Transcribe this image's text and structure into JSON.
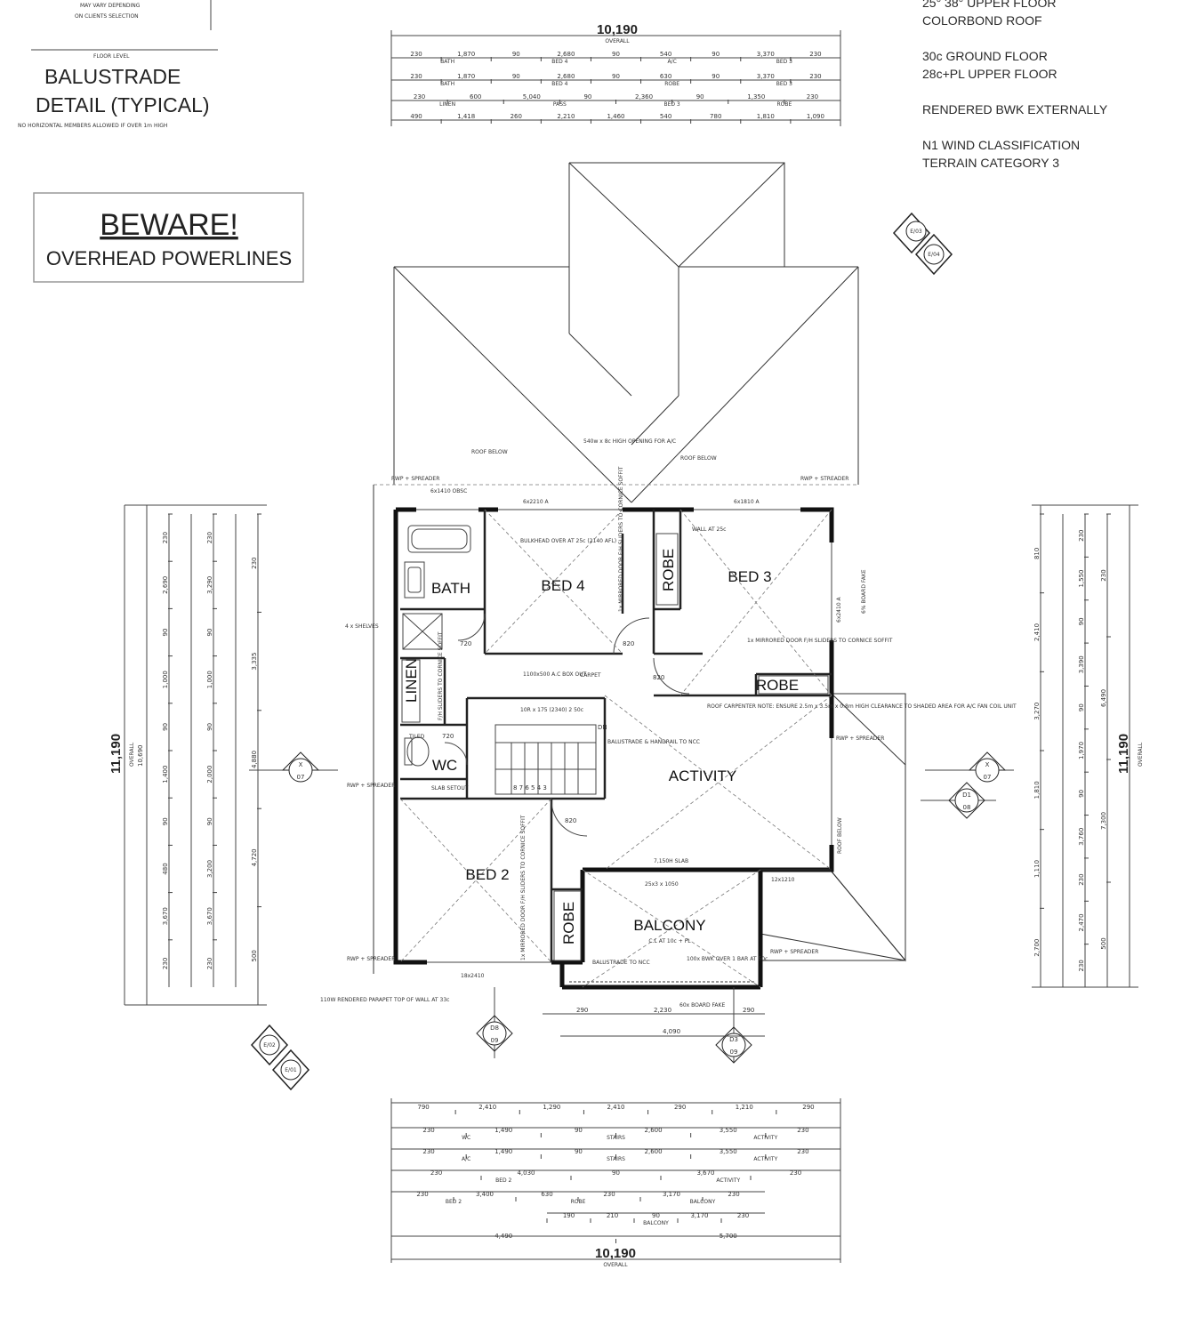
{
  "top_left": {
    "note_line1": "MAY VARY DEPENDING",
    "note_line2": "ON CLIENTS SELECTION",
    "floor_level": "FLOOR LEVEL",
    "balustrade_title1": "BALUSTRADE",
    "balustrade_title2": "DETAIL (TYPICAL)",
    "balustrade_note": "NO HORIZONTAL MEMBERS ALLOWED IF OVER 1m HIGH"
  },
  "warning": {
    "title": "BEWARE!",
    "subtitle": "OVERHEAD POWERLINES"
  },
  "spec_notes": [
    "25° 38° UPPER FLOOR",
    "COLORBOND ROOF",
    "30c GROUND FLOOR",
    "28c+PL UPPER FLOOR",
    "RENDERED BWK EXTERNALLY",
    "N1 WIND CLASSIFICATION",
    "TERRAIN CATEGORY 3"
  ],
  "rooms": {
    "bath": "BATH",
    "bed4": "BED 4",
    "robe1": "ROBE",
    "bed3": "BED 3",
    "robe2": "ROBE",
    "linen": "LINEN",
    "wc": "WC",
    "activity": "ACTIVITY",
    "bed2": "BED 2",
    "robe3": "ROBE",
    "balcony": "BALCONY",
    "balcony_sub": "C.L AT 10c + PL"
  },
  "annotations": {
    "roof_below_left": "ROOF BELOW",
    "roof_below_right": "ROOF BELOW",
    "ac_opening": "540w x 8c HIGH OPENING FOR A/C",
    "rwp_tl": "RWP + SPREADER",
    "rwp_tr": "RWP + STREADER",
    "rwp_left_mid": "RWP + SPREADER",
    "rwp_right_mid": "RWP + SPREADER",
    "rwp_bl": "RWP + SPREADER",
    "rwp_br": "RWP + SPREADER",
    "window_top_left": "6x1410 OBSC",
    "window_top_mid": "6x2210 A",
    "window_top_right": "6x1810 A",
    "bulkhead": "BULKHEAD OVER AT 25c (2140 AFL)",
    "bed4_robe_note": "1x MIRRORED DOOR F/H SLIDERS TO CORNICE SOFFIT",
    "wall_note": "WALL AT 25c",
    "bed3_window": "6x2410 A",
    "bed3_robe_note": "1x MIRRORED DOOR F/H SLIDERS TO CORNICE SOFFIT",
    "shelves": "4 x SHELVES",
    "linen_note": "F/H SLIDERS TO CORNICE SOFFIT",
    "ac_box": "1100x500 A.C BOX OUT",
    "carpet": "CARPET",
    "door820_1": "820",
    "door820_2": "820",
    "door820_3": "820",
    "door720_1": "720",
    "door720_2": "720",
    "roof_carpenter": "ROOF CARPENTER NOTE: ENSURE 2.5m x 3.5m x 0.8m HIGH CLEARANCE TO SHADED AREA FOR A/C FAN COIL UNIT",
    "stairs_risers": "10R x 175 (2340) 2 50c",
    "dn": "DN",
    "balustrade_note": "BALUSTRADE & HANDRAIL TO NCC",
    "stair_numbers": "8 7 6 5 4 3",
    "tiled": "TILED",
    "slab": "SLAB SETOUT",
    "bed2_robe_note": "1x MIRRORED DOOR F/H SLIDERS TO CORNICE SOFFIT",
    "sliding_door": "7,150H SLAB",
    "balcony_door": "25x3 x 1050",
    "activity_window": "12x1210",
    "balcony_balustrade": "BALUSTRADE TO NCC",
    "balcony_rwp": "100x BWK OVER 1 BAR AT 50c",
    "bed2_window": "18x2410",
    "parapet": "110W RENDERED PARAPET TOP OF WALL AT 33c",
    "board_fake": "60x BOARD FAKE",
    "roof_below_right_side": "ROOF BELOW",
    "board_fake_right": "6% BOARD FAKE"
  },
  "section_markers": {
    "e03": "E/03",
    "e04": "E/04",
    "e02": "E/02",
    "e01": "E/01",
    "x_left_top": "X",
    "x_left_bot": "07",
    "x_right_top": "X",
    "x_right_bot": "07",
    "d1_top": "D1",
    "d1_bot": "08",
    "d8_top": "D8",
    "d8_bot": "09",
    "d3_top": "D3",
    "d3_bot": "09"
  },
  "dimensions": {
    "top_overall": "10,190",
    "top_overall_label": "OVERALL",
    "bottom_overall": "10,190",
    "bottom_overall_label": "OVERALL",
    "left_overall": "11,190",
    "left_overall_label": "OVERALL",
    "left_sub": "10,690",
    "right_overall": "11,190",
    "right_overall_label": "OVERALL",
    "top_row1": [
      "230",
      "1,870",
      "90",
      "2,680",
      "90",
      "540",
      "90",
      "3,370",
      "230"
    ],
    "top_row1_labels": [
      "BATH",
      "BED 4",
      "A/C",
      "BED 3"
    ],
    "top_row2": [
      "230",
      "1,870",
      "90",
      "2,680",
      "90",
      "630",
      "90",
      "3,370",
      "230"
    ],
    "top_row2_labels": [
      "BATH",
      "BED 4",
      "ROBE",
      "BED 3"
    ],
    "top_row3": [
      "230",
      "600",
      "5,040",
      "90",
      "2,360",
      "90",
      "1,350",
      "230"
    ],
    "top_row3_labels": [
      "LINEN",
      "PASS",
      "BED 3",
      "ROBE"
    ],
    "top_row4": [
      "490",
      "1,418",
      "260",
      "2,210",
      "1,460",
      "540",
      "780",
      "1,810",
      "1,090"
    ],
    "bottom_row1": [
      "790",
      "2,410",
      "1,290",
      "2,410",
      "290",
      "1,210",
      "290"
    ],
    "bottom_row2": [
      "230",
      "1,490",
      "90",
      "2,600",
      "3,550",
      "230"
    ],
    "bottom_row2_labels": [
      "WC",
      "STAIRS",
      "ACTIVITY"
    ],
    "bottom_row3": [
      "230",
      "1,490",
      "90",
      "2,600",
      "3,550",
      "230"
    ],
    "bottom_row3_labels": [
      "A/C",
      "STAIRS",
      "ACTIVITY"
    ],
    "bottom_row4": [
      "230",
      "4,030",
      "90",
      "3,670",
      "230"
    ],
    "bottom_row4_labels": [
      "BED 2",
      "ACTIVITY"
    ],
    "bottom_row5": [
      "230",
      "3,400",
      "630",
      "230",
      "3,170",
      "230"
    ],
    "bottom_row5_labels": [
      "BED 2",
      "ROBE",
      "BALCONY"
    ],
    "bottom_row6": [
      "190",
      "210",
      "90",
      "3,170",
      "230"
    ],
    "bottom_row6_labels": [
      "BALCONY"
    ],
    "bottom_row7": [
      "4,490",
      "5,700"
    ],
    "balcony_bottom_dims": [
      "290",
      "2,230",
      "290"
    ],
    "balcony_overall": "4,090",
    "left_col1": [
      "230",
      "2,690",
      "90",
      "1,000",
      "90",
      "1,400",
      "90",
      "480",
      "3,670",
      "230"
    ],
    "left_col2": [
      "230",
      "3,290",
      "90",
      "1,000",
      "90",
      "2,000",
      "90",
      "3,200",
      "3,670",
      "230"
    ],
    "left_col3": [
      "230",
      "3,335",
      "4,880",
      "4,720",
      "500"
    ],
    "right_col1": [
      "810",
      "2,410",
      "3,270",
      "1,810",
      "1,110",
      "2,700"
    ],
    "right_col2": [
      "230",
      "1,550",
      "90",
      "3,390",
      "90",
      "1,970",
      "90",
      "3,760",
      "230",
      "2,470",
      "230"
    ],
    "right_col3": [
      "230",
      "6,490",
      "7,300",
      "500"
    ]
  }
}
